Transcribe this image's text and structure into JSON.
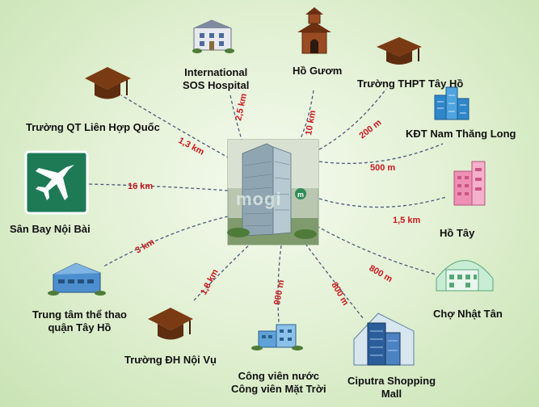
{
  "center": {
    "watermark": "mogi"
  },
  "places": [
    {
      "key": "sos",
      "label": "International\nSOS Hospital",
      "distance": "2,5 km",
      "icon": "hospital-building-icon"
    },
    {
      "key": "hoguom",
      "label": "Hồ Gươm",
      "distance": "10 km",
      "icon": "pagoda-icon"
    },
    {
      "key": "thpt",
      "label": "Trường THPT Tây Hồ",
      "distance": "200 m",
      "icon": "graduation-cap-icon"
    },
    {
      "key": "kdt",
      "label": "KĐT Nam Thăng Long",
      "distance": "500 m",
      "icon": "city-buildings-icon"
    },
    {
      "key": "hotay",
      "label": "Hồ Tây",
      "distance": "1,5 km",
      "icon": "pink-tower-icon"
    },
    {
      "key": "cho",
      "label": "Chợ Nhật Tân",
      "distance": "800 m",
      "icon": "market-building-icon"
    },
    {
      "key": "ciputra",
      "label": "Ciputra Shopping\nMall",
      "distance": "800 m",
      "icon": "mall-building-icon"
    },
    {
      "key": "congvien",
      "label": "Công viên nước\nCông viên Mặt Trời",
      "distance": "900 m",
      "icon": "park-building-icon"
    },
    {
      "key": "noivu",
      "label": "Trường ĐH Nội Vụ",
      "distance": "1,8 km",
      "icon": "graduation-cap-icon"
    },
    {
      "key": "thethao",
      "label": "Trung tâm thể thao\nquận Tây Hồ",
      "distance": "3 km",
      "icon": "sports-center-icon"
    },
    {
      "key": "noibai",
      "label": "Sân Bay Nội Bài",
      "distance": "16 km",
      "icon": "airplane-sign-icon"
    },
    {
      "key": "lhq",
      "label": "Trường QT Liên Hợp Quốc",
      "distance": "1,3 km",
      "icon": "graduation-cap-icon"
    }
  ],
  "colors": {
    "distance": "#c8191e",
    "line": "#4a5a78",
    "sign": "#1d7a55",
    "cap": "#7a3b14"
  }
}
